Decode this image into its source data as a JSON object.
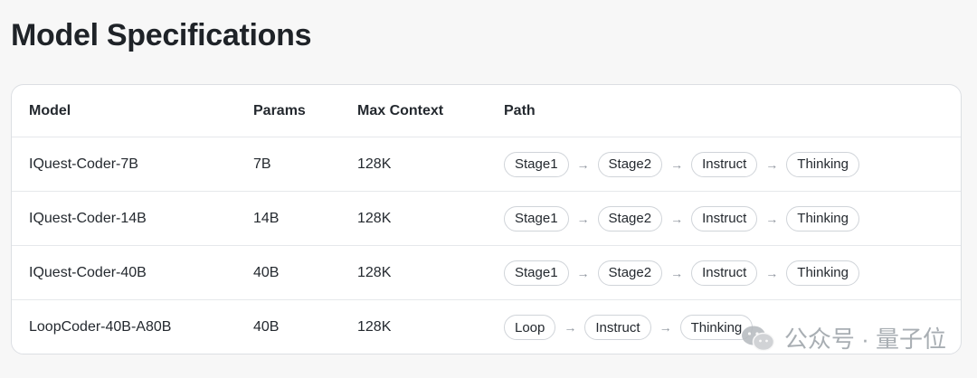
{
  "title": "Model Specifications",
  "table": {
    "headers": {
      "model": "Model",
      "params": "Params",
      "max_context": "Max Context",
      "path": "Path"
    },
    "rows": [
      {
        "model": "IQuest-Coder-7B",
        "params": "7B",
        "max_context": "128K",
        "path": [
          "Stage1",
          "Stage2",
          "Instruct",
          "Thinking"
        ]
      },
      {
        "model": "IQuest-Coder-14B",
        "params": "14B",
        "max_context": "128K",
        "path": [
          "Stage1",
          "Stage2",
          "Instruct",
          "Thinking"
        ]
      },
      {
        "model": "IQuest-Coder-40B",
        "params": "40B",
        "max_context": "128K",
        "path": [
          "Stage1",
          "Stage2",
          "Instruct",
          "Thinking"
        ]
      },
      {
        "model": "LoopCoder-40B-A80B",
        "params": "40B",
        "max_context": "128K",
        "path": [
          "Loop",
          "Instruct",
          "Thinking"
        ]
      }
    ]
  },
  "path_separator": "→",
  "watermark": {
    "icon": "wechat-icon",
    "text": "公众号 · 量子位"
  }
}
